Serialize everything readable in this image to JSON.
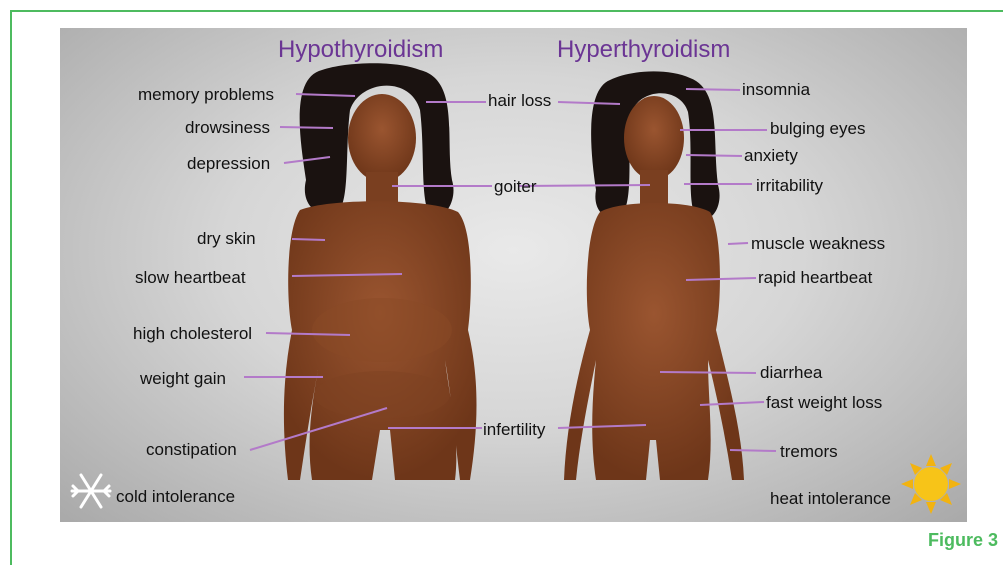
{
  "titles": {
    "left": "Hypothyroidism",
    "right": "Hyperthyroidism"
  },
  "labels": {
    "memory_problems": "memory problems",
    "drowsiness": "drowsiness",
    "depression": "depression",
    "hair_loss": "hair loss",
    "goiter": "goiter",
    "dry_skin": "dry skin",
    "slow_heartbeat": "slow heartbeat",
    "high_cholesterol": "high cholesterol",
    "weight_gain": "weight gain",
    "constipation": "constipation",
    "infertility": "infertility",
    "cold_intolerance": "cold intolerance",
    "insomnia": "insomnia",
    "bulging_eyes": "bulging eyes",
    "anxiety": "anxiety",
    "irritability": "irritability",
    "muscle_weakness": "muscle weakness",
    "rapid_heartbeat": "rapid heartbeat",
    "diarrhea": "diarrhea",
    "fast_weight_loss": "fast weight loss",
    "tremors": "tremors",
    "heat_intolerance": "heat intolerance"
  },
  "caption": "Figure 3",
  "colors": {
    "title": "#6b3594",
    "border": "#4dbb5f",
    "leader": "#b37ac9",
    "skin": "#8a4a26",
    "hair": "#1a1210"
  },
  "icons": {
    "cold": "snowflake-icon",
    "heat": "sun-icon"
  }
}
